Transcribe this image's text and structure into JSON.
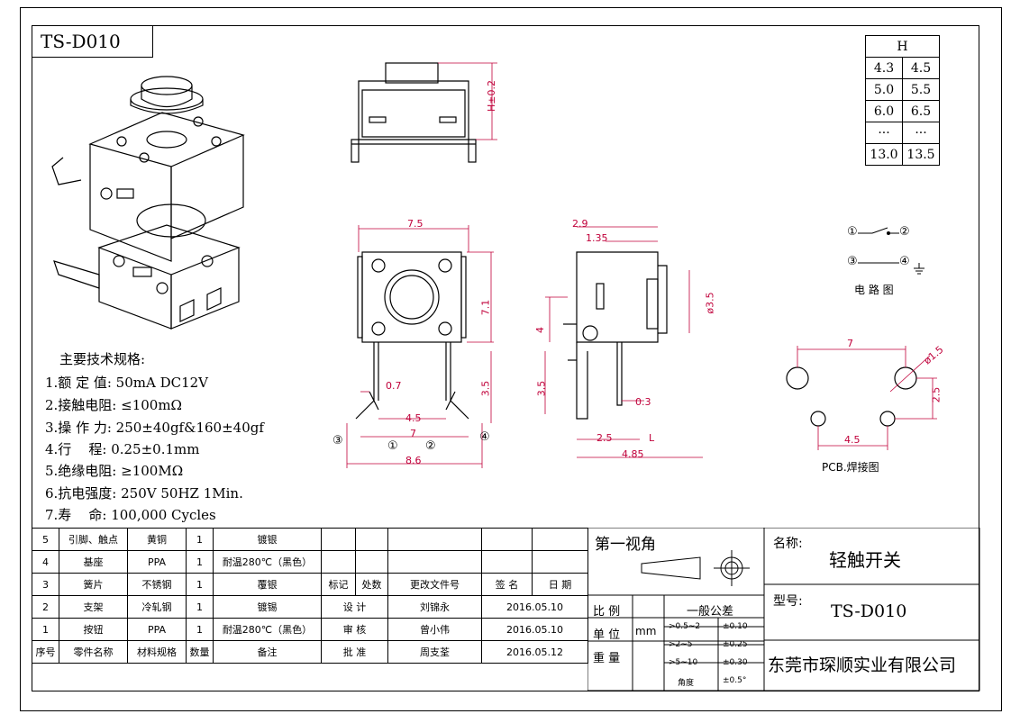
{
  "model_box": "TS-D010",
  "spec_title": "主要技术规格:",
  "specs": [
    "1.额 定 值: 50mA DC12V",
    "2.接触电阻: ≤100mΩ",
    "3.操 作 力: 250±40gf&160±40gf",
    "4.行    程: 0.25±0.1mm",
    "5.绝缘电阻: ≥100MΩ",
    "6.抗电强度: 250V 50HZ 1Min.",
    "7.寿    命: 100,000 Cycles"
  ],
  "h_table": {
    "header": "H",
    "rows": [
      [
        "4.3",
        "4.5"
      ],
      [
        "5.0",
        "5.5"
      ],
      [
        "6.0",
        "6.5"
      ],
      [
        "···",
        "···"
      ],
      [
        "13.0",
        "13.5"
      ]
    ]
  },
  "dims": {
    "h": "H±0.2",
    "w75": "7.5",
    "h71": "7.1",
    "d07": "0.7",
    "d45a": "4.5",
    "d7a": "7",
    "d86": "8.6",
    "d35a": "3.5",
    "d29": "2.9",
    "d135": "1.35",
    "phi35": "ø3.5",
    "d4": "4",
    "d35b": "3.5",
    "d03": "0.3",
    "d25a": "2.5",
    "dL": "L",
    "d485": "4.85",
    "d7b": "7",
    "phi15": "ø1.5",
    "d25b": "2.5",
    "d45b": "4.5"
  },
  "pins": {
    "p1": "①",
    "p2": "②",
    "p3": "③",
    "p4": "④"
  },
  "circuit_label": "电 路 图",
  "pcb_label": "PCB.焊接图",
  "bom_rows": [
    {
      "no": "5",
      "part": "引脚、触点",
      "material": "黄铜",
      "qty": "1",
      "note": "镀银"
    },
    {
      "no": "4",
      "part": "基座",
      "material": "PPA",
      "qty": "1",
      "note": "耐温280℃（黑色）"
    },
    {
      "no": "3",
      "part": "簧片",
      "material": "不锈钢",
      "qty": "1",
      "note": "覆银"
    },
    {
      "no": "2",
      "part": "支架",
      "material": "冷轧钢",
      "qty": "1",
      "note": "镀锡"
    },
    {
      "no": "1",
      "part": "按钮",
      "material": "PPA",
      "qty": "1",
      "note": "耐温280℃（黑色）"
    }
  ],
  "bom_header": {
    "no": "序号",
    "part": "零件名称",
    "material": "材料规格",
    "qty": "数量",
    "note": "备注"
  },
  "revision_header": {
    "mark": "标记",
    "count": "处数",
    "doc": "更改文件号",
    "sign": "签 名",
    "date": "日 期"
  },
  "approvals": [
    {
      "role": "设  计",
      "name": "刘锦永",
      "date": "2016.05.10"
    },
    {
      "role": "审  核",
      "name": "曾小伟",
      "date": "2016.05.10"
    },
    {
      "role": "批  准",
      "name": "周支荃",
      "date": "2016.05.12"
    }
  ],
  "title_block": {
    "projection": "第一视角",
    "scale": "比 例",
    "unit": "单 位",
    "unit_value": "mm",
    "weight": "重 量",
    "tolerance_title": "一般公差",
    "tolerances": [
      {
        "range": ">0.5~2",
        "value": "±0.10"
      },
      {
        "range": ">2~5",
        "value": "±0.25"
      },
      {
        "range": ">5~10",
        "value": "±0.30"
      },
      {
        "range": "角度",
        "value": "±0.5°"
      }
    ],
    "name_label": "名称:",
    "name_value": "轻触开关",
    "model_label": "型号:",
    "model_value": "TS-D010",
    "company": "东莞市琛顺实业有限公司"
  },
  "colors": {
    "dim": "#c0003a",
    "line": "#000000"
  }
}
